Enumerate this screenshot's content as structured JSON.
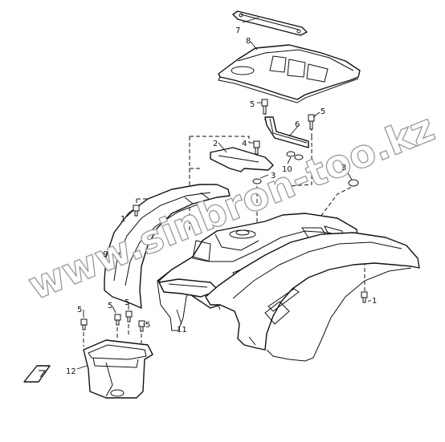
{
  "diagram": {
    "callouts": [
      {
        "id": "c7",
        "label": "7"
      },
      {
        "id": "c8",
        "label": "8"
      },
      {
        "id": "c5a",
        "label": "5"
      },
      {
        "id": "c6",
        "label": "6"
      },
      {
        "id": "c5b",
        "label": "5"
      },
      {
        "id": "c2",
        "label": "2"
      },
      {
        "id": "c4",
        "label": "4"
      },
      {
        "id": "c10",
        "label": "10"
      },
      {
        "id": "c3a",
        "label": "3"
      },
      {
        "id": "c3b",
        "label": "3"
      },
      {
        "id": "c1a",
        "label": "1"
      },
      {
        "id": "c9",
        "label": "9"
      },
      {
        "id": "c1b",
        "label": "1"
      },
      {
        "id": "c5c",
        "label": "5"
      },
      {
        "id": "c5d",
        "label": "5"
      },
      {
        "id": "c5e",
        "label": "5"
      },
      {
        "id": "c5f",
        "label": "5"
      },
      {
        "id": "c11",
        "label": "11"
      },
      {
        "id": "c12",
        "label": "12"
      }
    ],
    "watermark": "www.sinbron-too.kz",
    "line_color": "#111111",
    "watermark_color": "#9a9a9a"
  }
}
